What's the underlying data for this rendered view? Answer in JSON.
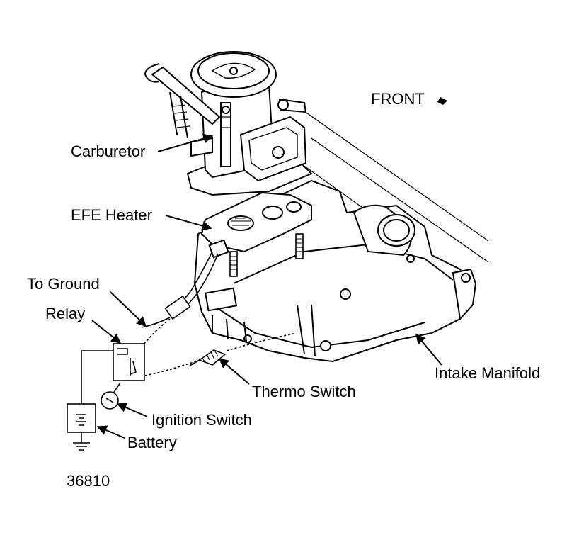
{
  "labels": {
    "front": "FRONT",
    "carburetor": "Carburetor",
    "efe_heater": "EFE Heater",
    "to_ground": "To Ground",
    "relay": "Relay",
    "intake_manifold": "Intake Manifold",
    "thermo_switch": "Thermo Switch",
    "ignition_switch": "Ignition Switch",
    "battery": "Battery"
  },
  "figure_number": "36810",
  "colors": {
    "ink": "#000000",
    "paper": "#ffffff"
  }
}
